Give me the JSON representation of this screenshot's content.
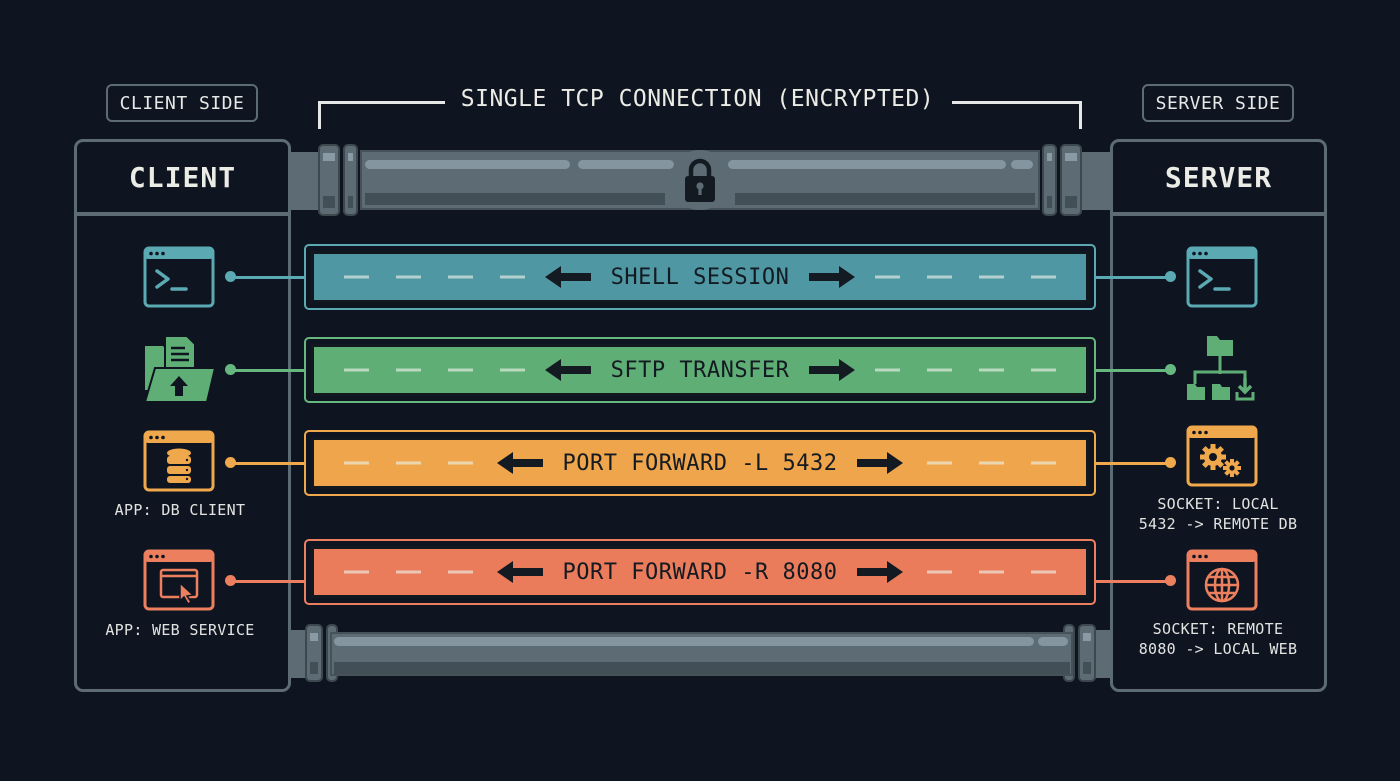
{
  "header": {
    "client_tag": "CLIENT SIDE",
    "server_tag": "SERVER SIDE",
    "connection_title": "SINGLE TCP CONNECTION (ENCRYPTED)"
  },
  "client": {
    "title": "CLIENT",
    "items": [
      {
        "icon": "terminal-icon",
        "caption": ""
      },
      {
        "icon": "folder-upload-icon",
        "caption": ""
      },
      {
        "icon": "database-app-icon",
        "caption": "APP: DB CLIENT"
      },
      {
        "icon": "web-app-cursor-icon",
        "caption": "APP: WEB SERVICE"
      }
    ]
  },
  "server": {
    "title": "SERVER",
    "items": [
      {
        "icon": "terminal-icon",
        "caption_1": "",
        "caption_2": ""
      },
      {
        "icon": "folder-tree-download-icon",
        "caption_1": "",
        "caption_2": ""
      },
      {
        "icon": "gears-app-icon",
        "caption_1": "SOCKET: LOCAL",
        "caption_2": "5432 -> REMOTE DB"
      },
      {
        "icon": "globe-app-icon",
        "caption_1": "SOCKET: REMOTE",
        "caption_2": "8080 -> LOCAL WEB"
      }
    ]
  },
  "channels": [
    {
      "label": "SHELL SESSION",
      "color": "#4e97a3",
      "border": "#5aa9b3"
    },
    {
      "label": "SFTP TRANSFER",
      "color": "#5fae76",
      "border": "#66b87f"
    },
    {
      "label": "PORT FORWARD -L 5432",
      "color": "#eea54b",
      "border": "#f0a84c"
    },
    {
      "label": "PORT FORWARD -R 8080",
      "color": "#ea7b5b",
      "border": "#ec7f5e"
    }
  ],
  "pipe": {
    "color": "#5c6b74",
    "icon": "lock-icon"
  },
  "colors": {
    "background": "#0f1520",
    "panel_border": "#5d6b75",
    "teal": "#5aa9b3",
    "green": "#66b87f",
    "orange": "#f0a84c",
    "coral": "#ec7f5e"
  }
}
